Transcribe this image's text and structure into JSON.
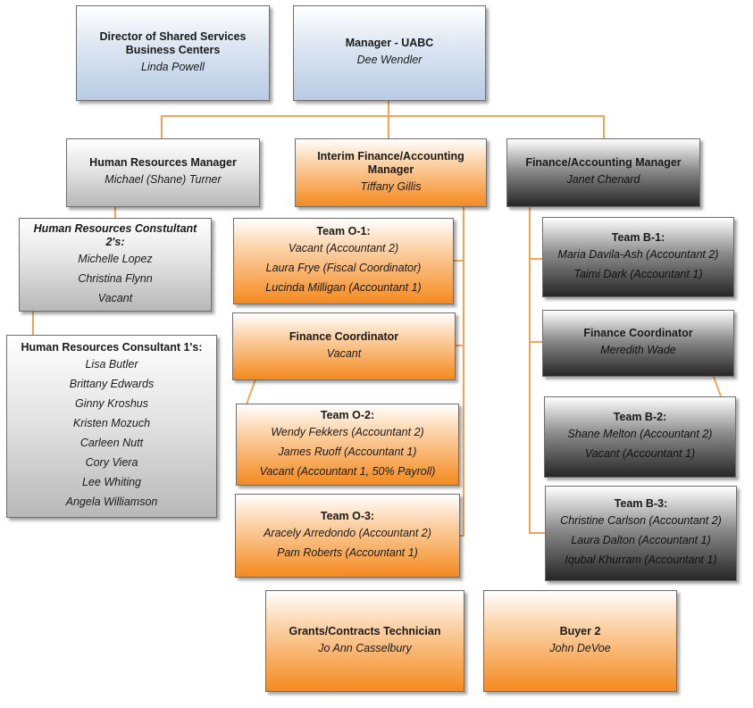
{
  "director": {
    "title": "Director of Shared Services Business Centers",
    "name": "Linda Powell"
  },
  "manager": {
    "title": "Manager - UABC",
    "name": "Dee Wendler"
  },
  "hr_manager": {
    "title": "Human Resources Manager",
    "name": "Michael (Shane) Turner"
  },
  "interim_finance": {
    "title": "Interim Finance/Accounting Manager",
    "name": "Tiffany Gillis"
  },
  "finance_manager": {
    "title": "Finance/Accounting Manager",
    "name": "Janet Chenard"
  },
  "hr_consultant_2": {
    "title": "Human Resources Constultant 2's:",
    "members": [
      "Michelle Lopez",
      "Christina Flynn",
      "Vacant"
    ]
  },
  "hr_consultant_1": {
    "title": "Human Resources Consultant 1's:",
    "members": [
      "Lisa Butler",
      "Brittany Edwards",
      "Ginny Kroshus",
      "Kristen Mozuch",
      "Carleen Nutt",
      "Cory Viera",
      "Lee Whiting",
      "Angela Williamson"
    ]
  },
  "team_o1": {
    "title": "Team O-1:",
    "members": [
      "Vacant (Accountant 2)",
      "Laura Frye (Fiscal Coordinator)",
      "Lucinda Milligan (Accountant 1)"
    ]
  },
  "finance_coord_o": {
    "title": "Finance Coordinator",
    "name": "Vacant"
  },
  "team_o2": {
    "title": "Team O-2:",
    "members": [
      "Wendy Fekkers (Accountant 2)",
      "James Ruoff (Accountant 1)",
      "Vacant (Accountant 1, 50% Payroll)"
    ]
  },
  "team_o3": {
    "title": "Team O-3:",
    "members": [
      "Aracely Arredondo (Accountant 2)",
      "Pam Roberts (Accountant 1)"
    ]
  },
  "team_b1": {
    "title": "Team B-1:",
    "members": [
      "Maria Davila-Ash (Accountant 2)",
      "Taimi Dark (Accountant 1)"
    ]
  },
  "finance_coord_b": {
    "title": "Finance Coordinator",
    "name": "Meredith Wade"
  },
  "team_b2": {
    "title": "Team B-2:",
    "members": [
      "Shane Melton (Accountant 2)",
      "Vacant (Accountant 1)"
    ]
  },
  "team_b3": {
    "title": "Team B-3:",
    "members": [
      "Christine Carlson (Accountant 2)",
      "Laura Dalton (Accountant 1)",
      "Iqubal Khurram (Accountant 1)"
    ]
  },
  "grants": {
    "title": "Grants/Contracts Technician",
    "name": "Jo Ann Casselbury"
  },
  "buyer": {
    "title": "Buyer 2",
    "name": "John DeVoe"
  }
}
